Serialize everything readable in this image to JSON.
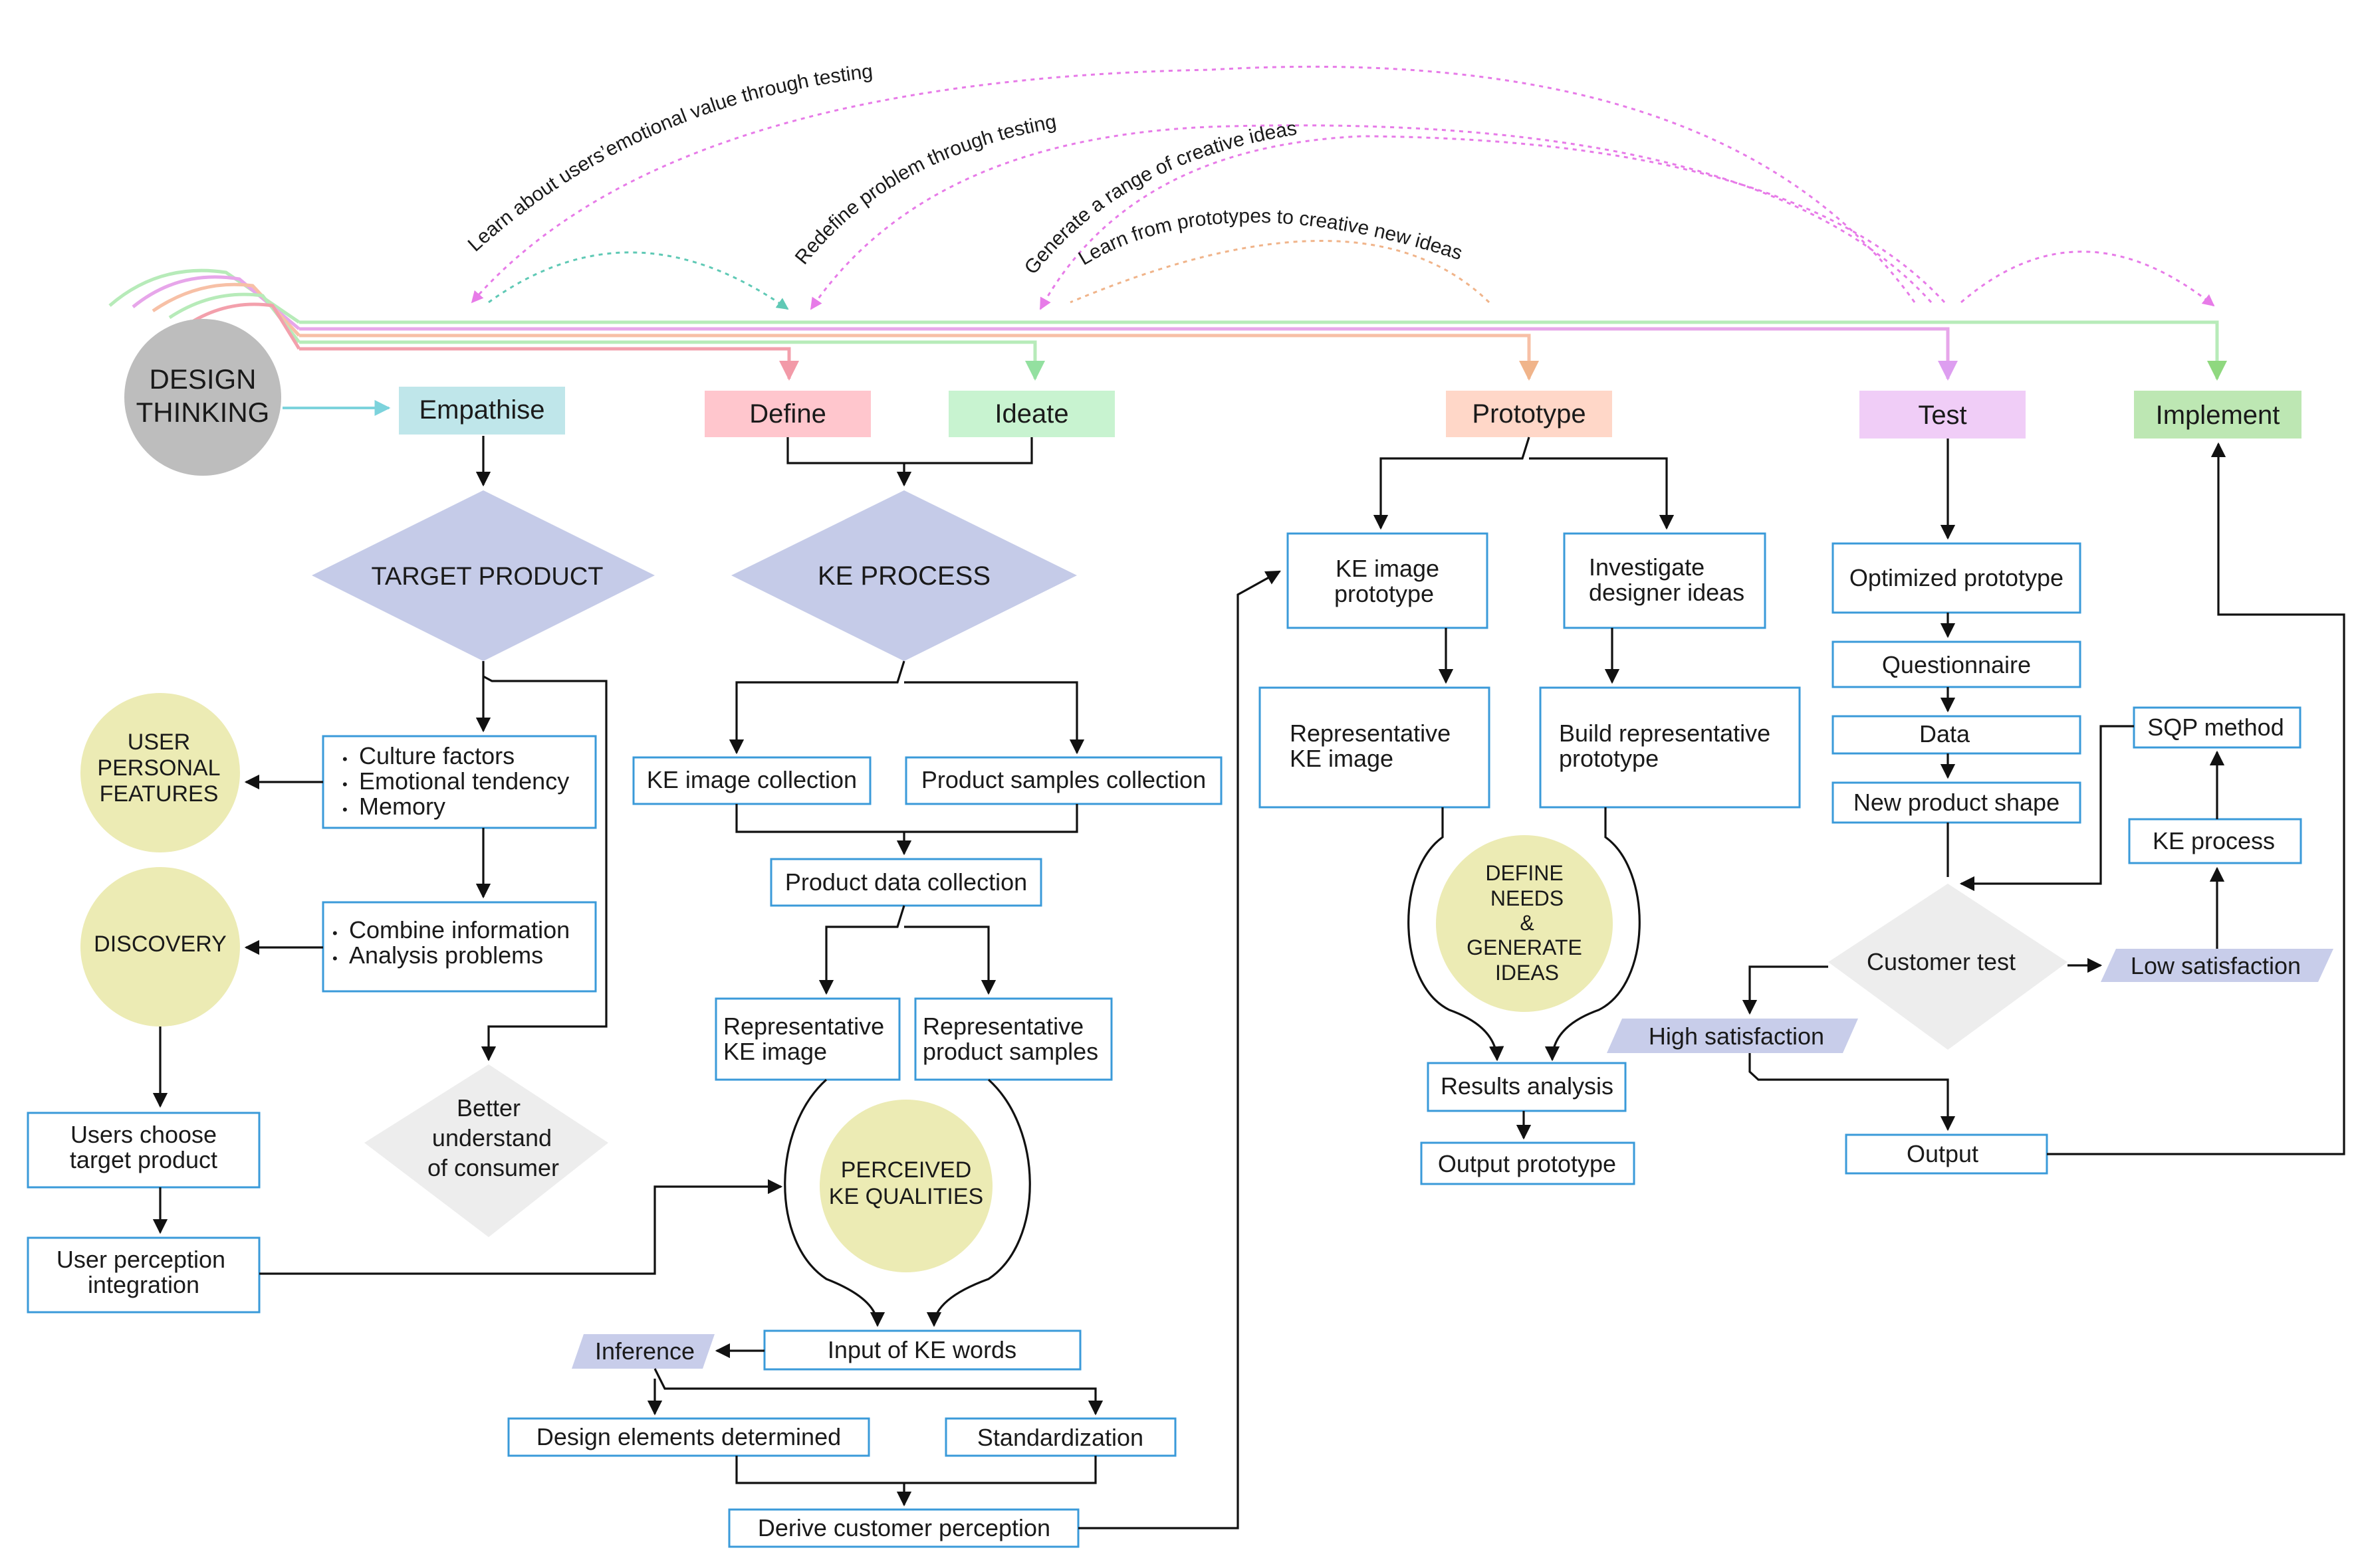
{
  "colors": {
    "empathise": "#bfe6ea",
    "define": "#ffc6cd",
    "ideate": "#c8f3d0",
    "prototype": "#ffd7c8",
    "test": "#f0cdf7",
    "implement": "#bde7b3",
    "diamond_blue": "#c5cbe8",
    "circle_khaki": "#ecebb4",
    "diamond_grey": "#ededed",
    "design_thinking": "#bdbdbd",
    "box_border": "#3a9ad9",
    "parallelogram": "#c8cdea",
    "arc_magenta": "#e77be8",
    "arc_teal": "#5fc9b5",
    "arc_orange": "#f0b48a"
  },
  "root": {
    "line1": "DESIGN",
    "line2": "THINKING"
  },
  "stages": {
    "empathise": "Empathise",
    "define": "Define",
    "ideate": "Ideate",
    "prototype": "Prototype",
    "test": "Test",
    "implement": "Implement"
  },
  "arcs": {
    "emotional": "Learn about users’emotional value through testing",
    "redefine": "Redefine problem through testing",
    "generate": "Generate a range of creative ideas",
    "learn": "Learn from prototypes to creative new ideas"
  },
  "empathise": {
    "target_product": "TARGET PRODUCT",
    "user_features": [
      "USER",
      "PERSONAL",
      "FEATURES"
    ],
    "factors": [
      "Culture factors",
      "Emotional tendency",
      "Memory"
    ],
    "discovery": "DISCOVERY",
    "combine": [
      "Combine information",
      "Analysis problems"
    ],
    "users_choose": [
      "Users choose",
      "target product"
    ],
    "user_perception": [
      "User perception",
      "integration"
    ],
    "better": [
      "Better",
      "understand",
      "of consumer"
    ]
  },
  "define": {
    "ke_process": "KE PROCESS",
    "ke_image_collection": "KE image collection",
    "product_samples_collection": "Product samples collection",
    "product_data_collection": "Product data collection",
    "rep_ke_image": [
      "Representative",
      "KE image"
    ],
    "rep_product_samples": [
      "Representative",
      "product samples"
    ],
    "perceived": [
      "PERCEIVED",
      "KE QUALITIES"
    ],
    "input_ke_words": "Input of KE words",
    "inference": "Inference",
    "design_elements": "Design elements determined",
    "standardization": "Standardization",
    "derive": "Derive customer perception"
  },
  "prototype": {
    "ke_image_prototype": [
      "KE image",
      "prototype"
    ],
    "investigate": [
      "Investigate",
      "designer ideas"
    ],
    "rep_ke_image": [
      "Representative",
      "KE image"
    ],
    "build": [
      "Build representative",
      "prototype"
    ],
    "define_needs": [
      "DEFINE",
      "NEEDS",
      "&",
      "GENERATE",
      "IDEAS"
    ],
    "results_analysis": "Results analysis",
    "output_prototype": "Output prototype"
  },
  "test": {
    "optimized": "Optimized prototype",
    "questionnaire": "Questionnaire",
    "data": "Data",
    "new_shape": "New product shape",
    "customer_test": "Customer test",
    "high": "High satisfaction",
    "low": "Low satisfaction",
    "ke_process": "KE process",
    "sqp": "SQP method",
    "output": "Output"
  }
}
